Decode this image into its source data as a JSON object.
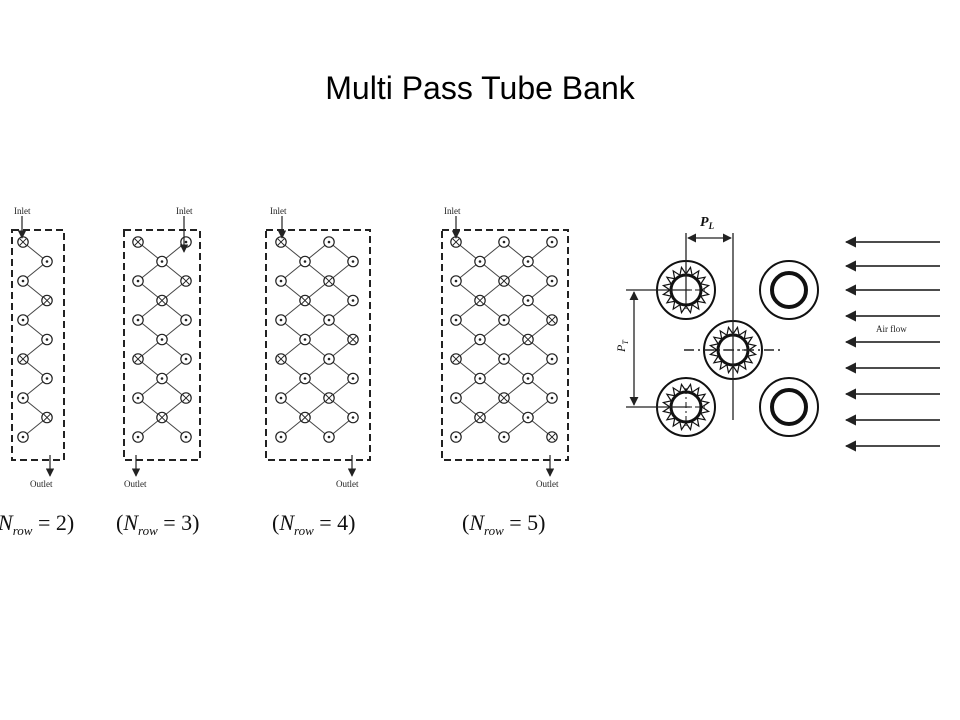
{
  "title": "Multi Pass Tube Bank",
  "panels": [
    {
      "rows": 2,
      "inlet": "Inlet",
      "outlet": "Outlet",
      "label_left": "(",
      "label_n": "N",
      "label_sub": "row",
      "label_eq": " = 2)"
    },
    {
      "rows": 3,
      "inlet": "Inlet",
      "outlet": "Outlet",
      "label_left": "(",
      "label_n": "N",
      "label_sub": "row",
      "label_eq": " = 3)"
    },
    {
      "rows": 4,
      "inlet": "Inlet",
      "outlet": "Outlet",
      "label_left": "(",
      "label_n": "N",
      "label_sub": "row",
      "label_eq": " = 4)"
    },
    {
      "rows": 5,
      "inlet": "Inlet",
      "outlet": "Outlet",
      "label_left": "(",
      "label_n": "N",
      "label_sub": "row",
      "label_eq": " = 5)"
    }
  ],
  "geometry_figure": {
    "pl_label": "P",
    "pl_sub": "L",
    "pt_label": "P",
    "pt_sub": "T",
    "airflow_label": "Air flow"
  }
}
